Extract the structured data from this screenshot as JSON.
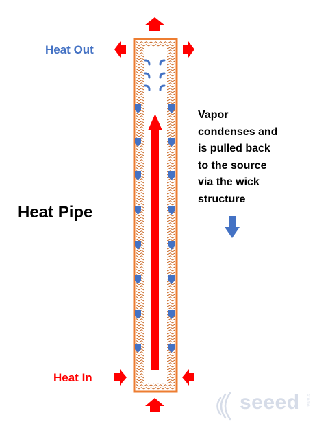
{
  "labels": {
    "heat_out": "Heat Out",
    "heat_in": "Heat In",
    "title": "Heat Pipe",
    "description": "Vapor\ncondenses and\nis pulled back\nto the source\nvia the wick\nstructure"
  },
  "branding": {
    "name": "seeed",
    "sub": "studio",
    "logo_icon": "seeed-logo-icon"
  },
  "colors": {
    "heat": "#FF0000",
    "pipe_border": "#ED7D31",
    "wick": "#C55A11",
    "condensate": "#4472C4",
    "watermark": "#D6DCE8"
  }
}
